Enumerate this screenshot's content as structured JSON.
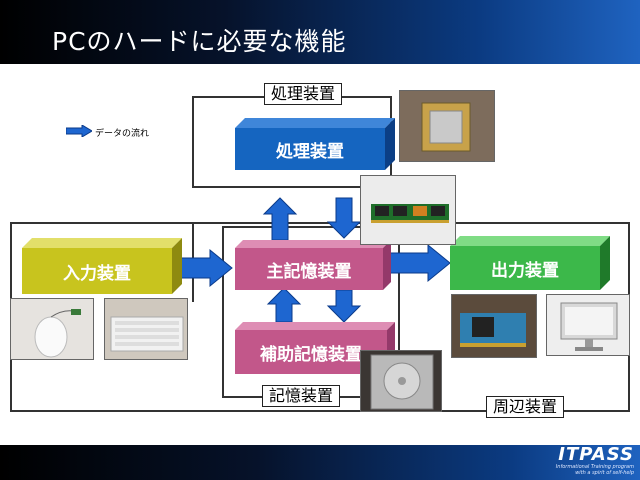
{
  "slide": {
    "title": "PCのハードに必要な機能"
  },
  "legend": {
    "text": "データの流れ"
  },
  "groups": {
    "processing": "処理装置",
    "storage": "記憶装置",
    "peripheral": "周辺装置"
  },
  "boxes": {
    "cpu": "処理装置",
    "main_memory": "主記憶装置",
    "aux_storage": "補助記憶装置",
    "input": "入力装置",
    "output": "出力装置"
  },
  "footer": {
    "brand": "ITPASS",
    "tagline_1": "Informational Training program",
    "tagline_2": "with a spirit of self-help"
  },
  "colors": {
    "cpu": "#1565c0",
    "memory": "#c2578a",
    "input": "#c8c41e",
    "output": "#3cb84a",
    "arrow": "#1e66d0"
  }
}
